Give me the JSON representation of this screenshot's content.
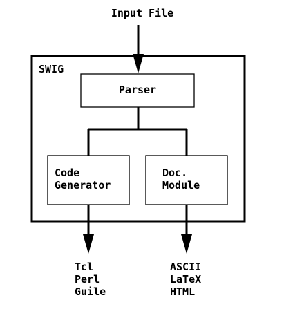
{
  "input_label": "Input File",
  "container_label": "SWIG",
  "parser_label": "Parser",
  "code_generator": {
    "line1": "Code",
    "line2": "Generator"
  },
  "doc_module": {
    "line1": "Doc.",
    "line2": "Module"
  },
  "left_outputs": [
    "Tcl",
    "Perl",
    "Guile"
  ],
  "right_outputs": [
    "ASCII",
    "LaTeX",
    "HTML"
  ]
}
